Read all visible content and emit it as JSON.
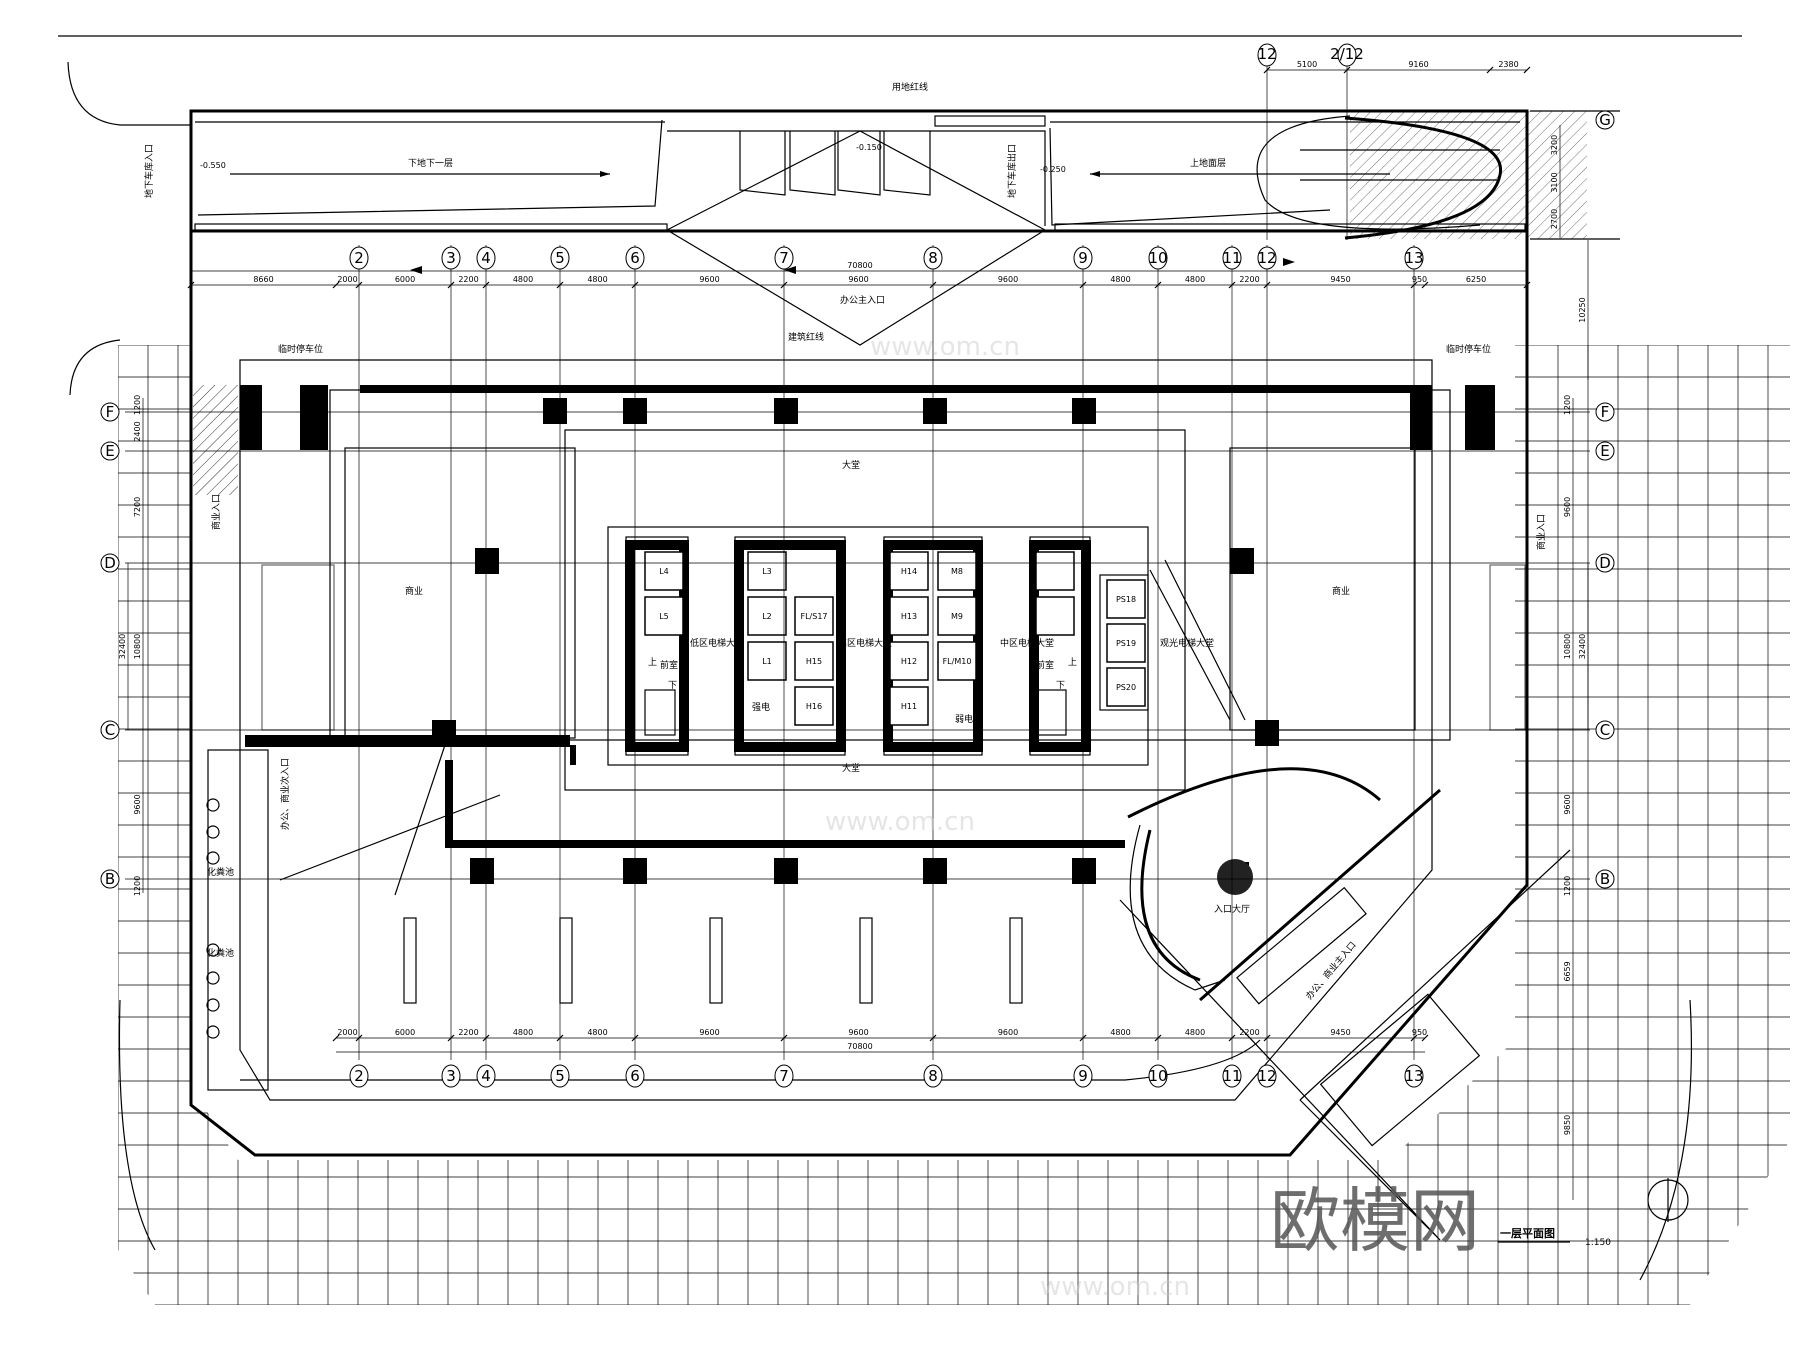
{
  "drawing": {
    "title": "一层平面图",
    "scale": "1:150",
    "watermark": "欧模网",
    "watermark_small": "www.om.cn",
    "property_line": "用地红线",
    "building_line": "建筑红线",
    "columns": [
      "2",
      "3",
      "4",
      "5",
      "6",
      "7",
      "8",
      "9",
      "10",
      "11",
      "12",
      "13"
    ],
    "top_extra_columns": [
      "12",
      "2/12"
    ],
    "rows": [
      "F",
      "E",
      "D",
      "C",
      "B"
    ],
    "top_row": "G",
    "top_dims": [
      "8660",
      "2000",
      "6000",
      "2200",
      "4800",
      "4800",
      "9600",
      "9600",
      "9600",
      "4800",
      "4800",
      "2200",
      "9450",
      "950",
      "6250"
    ],
    "top_total": "70800",
    "top_right_dims": [
      "5100",
      "9160",
      "2380"
    ],
    "bottom_dims": [
      "2000",
      "6000",
      "2200",
      "4800",
      "4800",
      "9600",
      "9600",
      "9600",
      "4800",
      "4800",
      "2200",
      "9450",
      "950"
    ],
    "bottom_total": "70800",
    "left_dims": [
      "1200",
      "2400",
      "7200",
      "10800",
      "32400",
      "9600",
      "1200"
    ],
    "right_dims": [
      "1200",
      "9600",
      "10800",
      "32400",
      "9600",
      "1200",
      "6659",
      "9850",
      "10250"
    ],
    "ramp_top_right_dims": [
      "3200",
      "3100",
      "2700"
    ]
  },
  "labels": {
    "ramp_down": "下地下一层",
    "ramp_up": "上地面层",
    "garage_entrance": "地下车库入口",
    "garage_exit": "地下车库出口",
    "level_1": "-0.550",
    "level_2": "-0.150",
    "level_3": "-0.250",
    "office_main_entrance": "办公主入口",
    "temp_parking_left": "临时停车位",
    "temp_parking_right": "临时停车位",
    "lobby_top": "大堂",
    "lobby_bottom": "大堂",
    "retail_left": "商业",
    "retail_right": "商业",
    "retail_entrance_left": "商业入口",
    "retail_entrance_right": "商业入口",
    "secondary_entrance": "办公、商业次入口",
    "septic_1": "化粪池",
    "septic_2": "化粪池",
    "entrance_hall": "入口大厅",
    "main_entrance": "办公、商业主入口",
    "low_zone_lobby": "低区电梯大堂",
    "high_zone_lobby": "高区电梯大堂",
    "mid_zone_lobby": "中区电梯大堂",
    "sightseeing_lobby": "观光电梯大堂",
    "anteroom": "前室",
    "up": "上",
    "down": "下",
    "strong_elec": "强电",
    "weak_elec": "弱电"
  },
  "elevators": [
    "L4",
    "L5",
    "L3",
    "L2",
    "L1",
    "FL/S17",
    "H15",
    "H16",
    "H14",
    "H13",
    "H12",
    "H11",
    "M8",
    "M9",
    "FL/M10",
    "PS18",
    "PS19",
    "PS20"
  ]
}
